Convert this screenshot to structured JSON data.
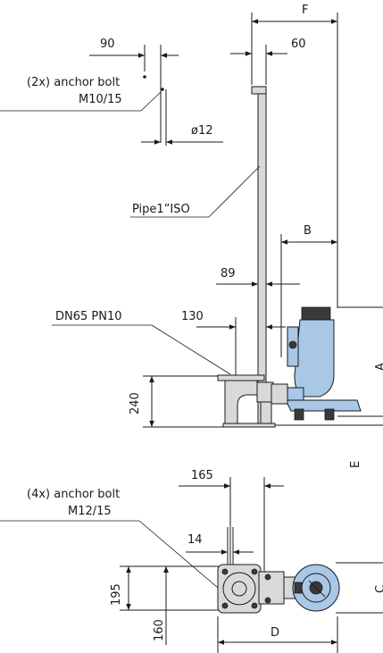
{
  "labels": {
    "dim_F": "F",
    "dim_90": "90",
    "dim_60": "60",
    "anchor_top_line1": "(2x) anchor bolt",
    "anchor_top_line2": "M10/15",
    "dim_d12": "ø12",
    "pipe": "Pipe1”ISO",
    "dim_B": "B",
    "dim_89": "89",
    "dn65": "DN65 PN10",
    "dim_130": "130",
    "dim_A": "A",
    "dim_240": "240",
    "dim_E": "E",
    "dim_165": "165",
    "anchor_bottom_line1": "(4x) anchor bolt",
    "anchor_bottom_line2": "M12/15",
    "dim_14": "14",
    "dim_195": "195",
    "dim_C": "C",
    "dim_160": "160",
    "dim_D": "D"
  },
  "colors": {
    "pump": "#a9c7e6",
    "metal": "#d9d9d9",
    "line": "#1a1a1a"
  }
}
